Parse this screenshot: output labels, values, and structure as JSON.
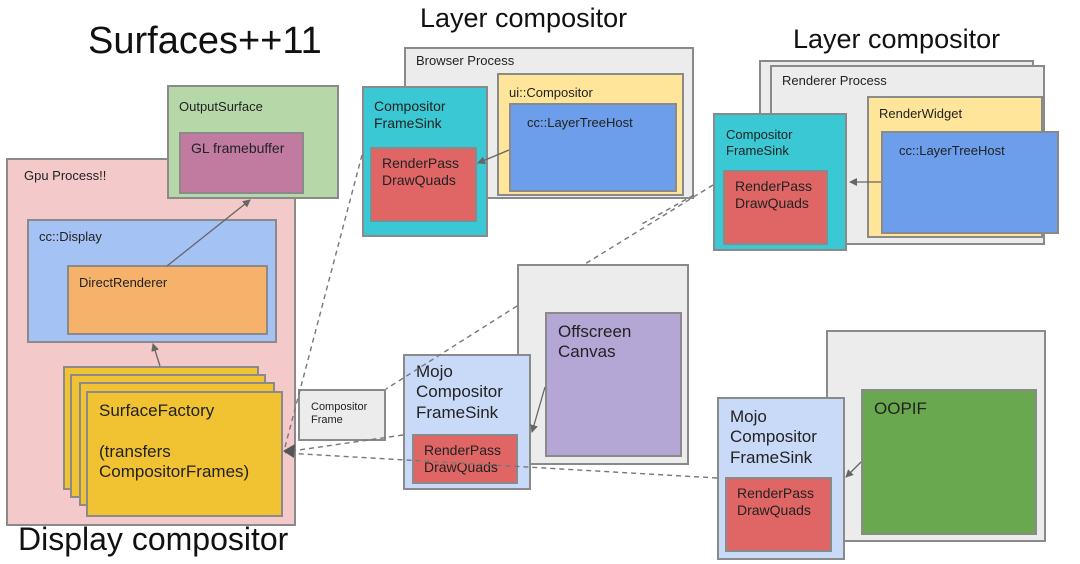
{
  "titles": {
    "main": "Surfaces++11",
    "display_compositor": "Display compositor",
    "layer_compositor_browser": "Layer compositor",
    "layer_compositor_renderer": "Layer compositor"
  },
  "display": {
    "output_surface": "OutputSurface",
    "gl_framebuffer": "GL framebuffer",
    "gpu_process": "Gpu Process!!",
    "cc_display": "cc::Display",
    "direct_renderer": "DirectRenderer",
    "surface_factory": "SurfaceFactory\n\n(transfers\nCompositorFrames)"
  },
  "compositor_frame_label": "Compositor\nFrame",
  "browser": {
    "process": "Browser Process",
    "ui_compositor": "ui::Compositor",
    "layer_tree_host": "cc::LayerTreeHost",
    "frame_sink": "Compositor\nFrameSink",
    "render_pass": "RenderPass\nDrawQuads"
  },
  "renderer": {
    "process": "Renderer Process",
    "render_widget": "RenderWidget",
    "layer_tree_host": "cc::LayerTreeHost",
    "frame_sink": "Compositor\nFrameSink",
    "render_pass": "RenderPass\nDrawQuads"
  },
  "offscreen": {
    "canvas": "Offscreen\nCanvas",
    "frame_sink": "Mojo\nCompositor\nFrameSink",
    "render_pass": "RenderPass\nDrawQuads"
  },
  "oopif": {
    "label": "OOPIF",
    "frame_sink": "Mojo\nCompositor\nFrameSink",
    "render_pass": "RenderPass\nDrawQuads"
  }
}
